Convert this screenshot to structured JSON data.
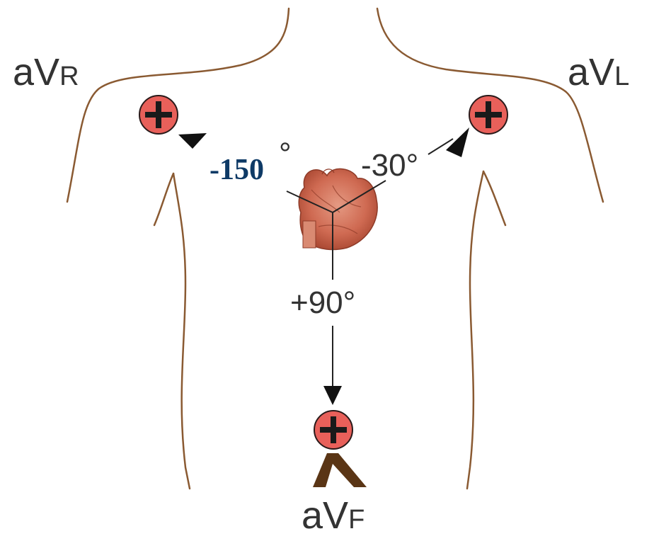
{
  "leads": {
    "avr": {
      "main": "aV",
      "sub": "R"
    },
    "avl": {
      "main": "aV",
      "sub": "L"
    },
    "avf": {
      "main": "aV",
      "sub": "F"
    }
  },
  "angles": {
    "avr_partial": "°",
    "avr_overlay": "-150",
    "avl": "-30°",
    "avf": "+90°"
  },
  "colors": {
    "body_outline": "#8a5a32",
    "electrode_fill": "#e8605a",
    "electrode_stroke": "#2a1a1a",
    "vector_line": "#222222",
    "leg_marker": "#5a3515",
    "heart": "#c85a45",
    "highlight_text": "#0e3a66"
  },
  "icons": {
    "electrode": "plus-electrode-icon",
    "heart": "heart-icon",
    "leg": "leg-marker-icon"
  }
}
